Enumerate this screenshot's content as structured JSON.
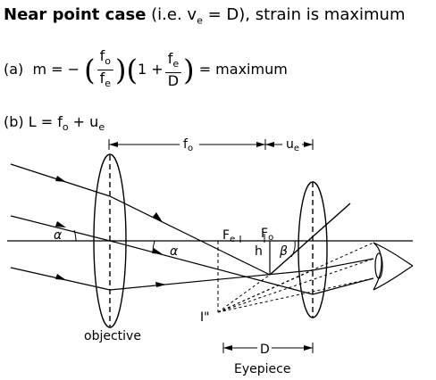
{
  "heading": {
    "bold": "Near point case",
    "rest": " (i.e. v",
    "sub": "e",
    "tail": " = D), strain is maximum"
  },
  "eq_a": {
    "label": "(a)",
    "lhs": "m = −",
    "f_o_num": "f",
    "f_o_sub": "o",
    "f_e_den": "f",
    "f_e_sub": "e",
    "one_plus": "1 +",
    "f_e2_num": "f",
    "f_e2_sub": "e",
    "D_den": "D",
    "rhs": "= maximum"
  },
  "eq_b": {
    "label": "(b) L = f",
    "sub1": "o",
    "plus": " + u",
    "sub2": "e"
  },
  "diagram": {
    "fo_label": "f",
    "fo_sub": "o",
    "ue_label": "u",
    "ue_sub": "e",
    "alpha1": "α",
    "alpha2": "α",
    "Fe_label": "F",
    "Fe_sub": "e",
    "Fo_label": "F",
    "Fo_sub": "o",
    "h_label": "h",
    "beta": "β",
    "image_label": "I\"",
    "objective": "objective",
    "D_label": "D",
    "eyepiece": "Eyepiece"
  }
}
